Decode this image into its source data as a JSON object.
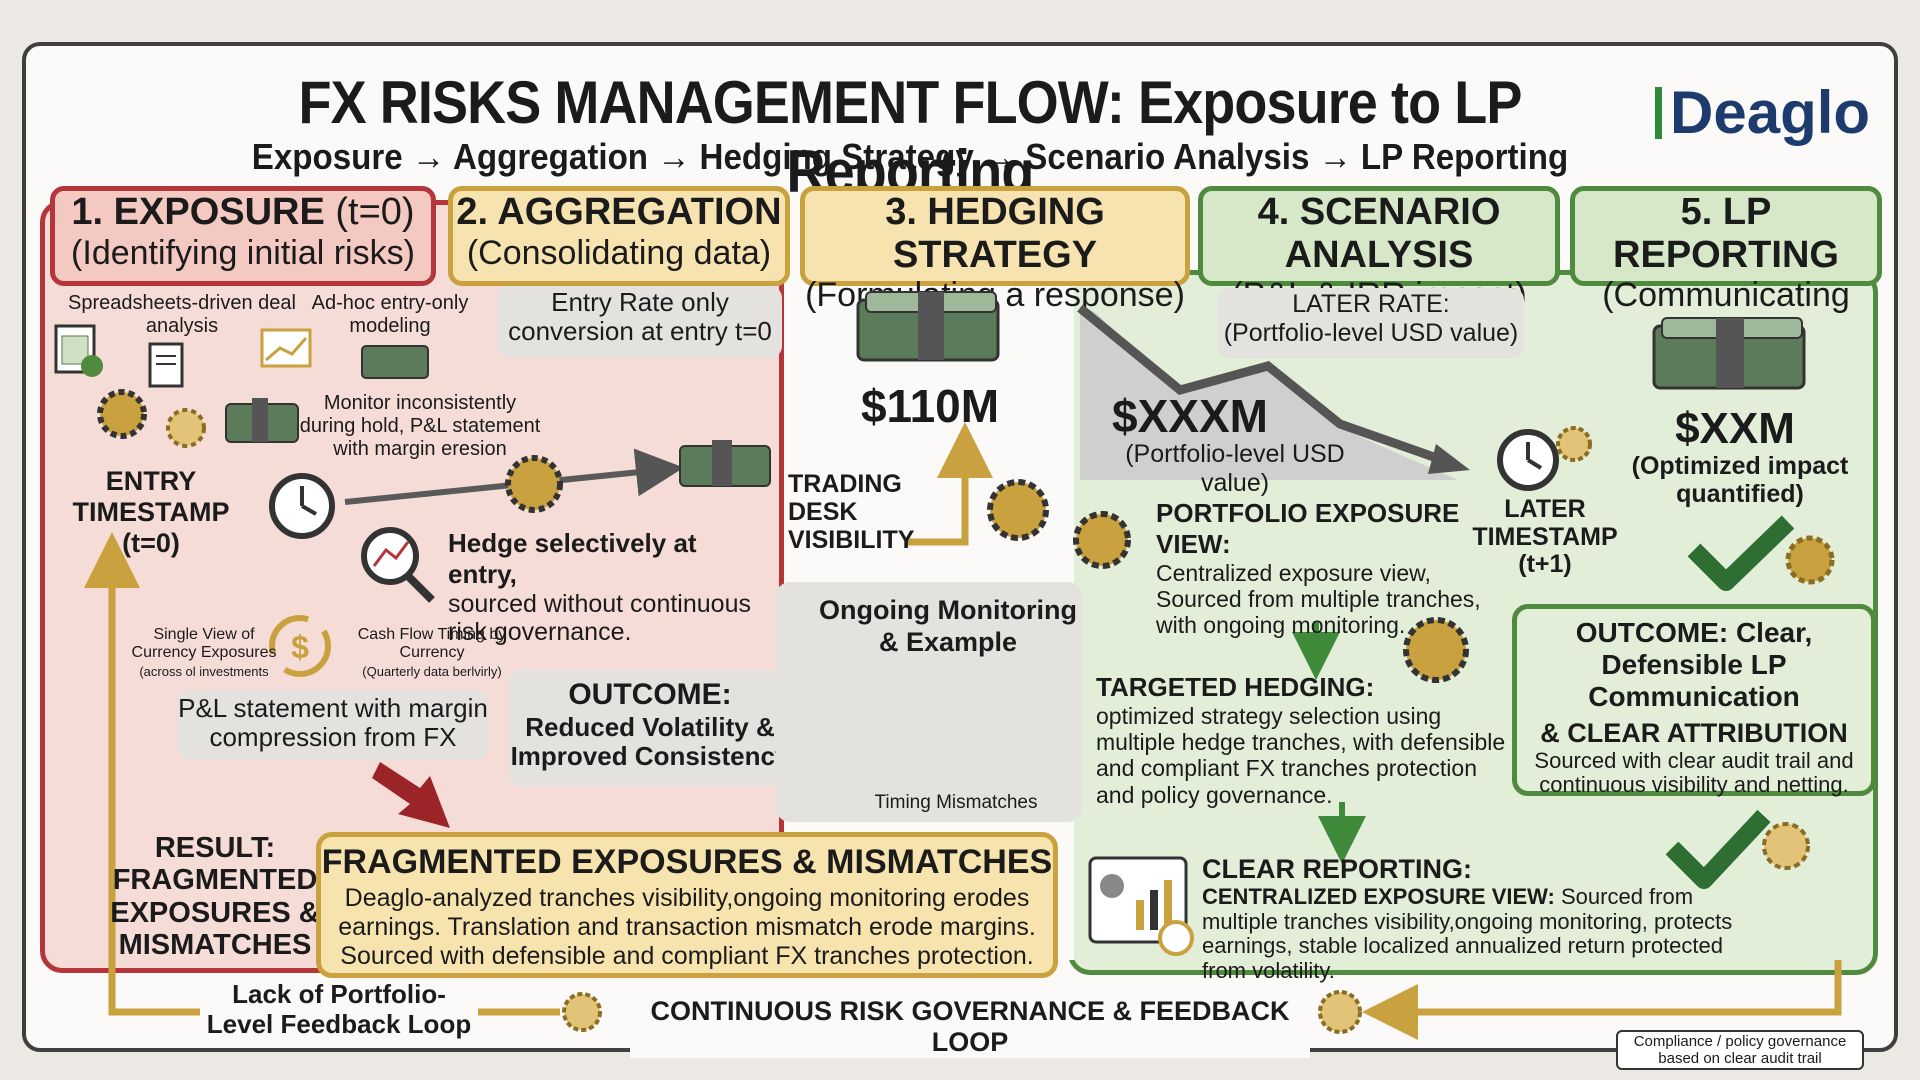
{
  "header": {
    "title": "FX RISKS MANAGEMENT FLOW: Exposure to LP Reporting",
    "subtitle": "Exposure → Aggregation → Hedging Strategy → Scenario Analysis → LP Reporting",
    "logo_text": "Deaglo"
  },
  "stages": [
    {
      "title": "1. EXPOSURE",
      "suffix": "(t=0)",
      "subtitle": "(Identifying initial risks)"
    },
    {
      "title": "2. AGGREGATION",
      "suffix": "",
      "subtitle": "(Consolidating data)"
    },
    {
      "title": "3. HEDGING STRATEGY",
      "suffix": "",
      "subtitle": "(Formulating a response)"
    },
    {
      "title": "4. SCENARIO ANALYSIS",
      "suffix": "",
      "subtitle": "(P&L & IRR impact)"
    },
    {
      "title": "5. LP REPORTING",
      "suffix": "",
      "subtitle": "(Communicating value)"
    }
  ],
  "exposure": {
    "spreadsheets": "Spreadsheets-driven deal analysis",
    "adhoc": "Ad-hoc entry-only modeling",
    "monitor": "Monitor inconsistently during hold, P&L statement with margin eresion",
    "entry_timestamp": "ENTRY TIMESTAMP (t=0)",
    "hedge_title": "Hedge selectively at entry,",
    "hedge_desc": "sourced without continuous risk governance.",
    "single_view": "Single View of Currency Exposures",
    "single_view_sub": "(across ol investments",
    "cash_flow": "Cash Flow Timing by Currency",
    "cash_flow_sub": "(Quarterly data berlvirly)",
    "pl_statement": "P&L statement with margin compression from FX",
    "result_label": "RESULT: FRAGMENTED EXPOSURES & MISMATCHES"
  },
  "aggregation": {
    "entry_rate": "Entry Rate only conversion at entry t=0",
    "outcome_title": "OUTCOME:",
    "outcome_desc": "Reduced Volatility & Improved Consistency"
  },
  "hedging": {
    "amount": "$110M",
    "trading_desk": "TRADING DESK VISIBILITY",
    "monitoring_title": "Ongoing Monitoring & Example",
    "timing": "Timing Mismatches"
  },
  "result_box": {
    "title": "FRAGMENTED EXPOSURES & MISMATCHES",
    "desc": "Deaglo-analyzed tranches visibility,ongoing monitoring erodes earnings. Translation and transaction mismatch erode margins. Sourced with defensible and compliant FX tranches protection."
  },
  "scenario": {
    "later_rate_title": "LATER RATE:",
    "later_rate_sub": "(Portfolio-level USD value)",
    "amount": "$XXXM",
    "amount_sub": "(Portfolio-level USD value)",
    "later_timestamp": "LATER TIMESTAMP (t+1)",
    "portfolio_title": "PORTFOLIO EXPOSURE VIEW:",
    "portfolio_desc": "Centralized exposure view, Sourced from multiple tranches, with ongoing monitoring.",
    "targeted_title": "TARGETED HEDGING:",
    "targeted_desc": "optimized strategy selection using multiple hedge tranches, with defensible and compliant FX tranches protection and policy governance.",
    "clear_title": "CLEAR REPORTING:",
    "clear_bold": "CENTRALIZED EXPOSURE VIEW:",
    "clear_desc": "Sourced from multiple tranches visibility,ongoing monitoring, protects earnings, stable localized annualized return protected from volatility."
  },
  "lp": {
    "amount": "$XXM",
    "amount_sub": "(Optimized impact quantified)",
    "outcome_title": "OUTCOME: Clear, Defensible LP Communication",
    "outcome_sub": "& CLEAR ATTRIBUTION",
    "outcome_desc": "Sourced with clear audit trail and continuous visibility and netting."
  },
  "footer": {
    "lack_loop": "Lack of Portfolio-Level Feedback Loop",
    "governance_loop": "CONTINUOUS RISK GOVERNANCE & FEEDBACK LOOP",
    "compliance_note": "Compliance / policy governance based on clear audit trail"
  },
  "colors": {
    "red": "#b5363a",
    "gold": "#c9a13e",
    "green": "#4f8a3e",
    "navy": "#1e3b6e"
  },
  "icons": [
    "spreadsheet-icon",
    "document-icon",
    "chart-flow-icon",
    "money-stack-icon",
    "gear-dollar-icon",
    "clock-icon",
    "magnifier-chart-icon",
    "cycle-dollar-icon",
    "clipboard-icon",
    "checkmark-icon",
    "dashboard-icon",
    "gear-network-icon"
  ]
}
